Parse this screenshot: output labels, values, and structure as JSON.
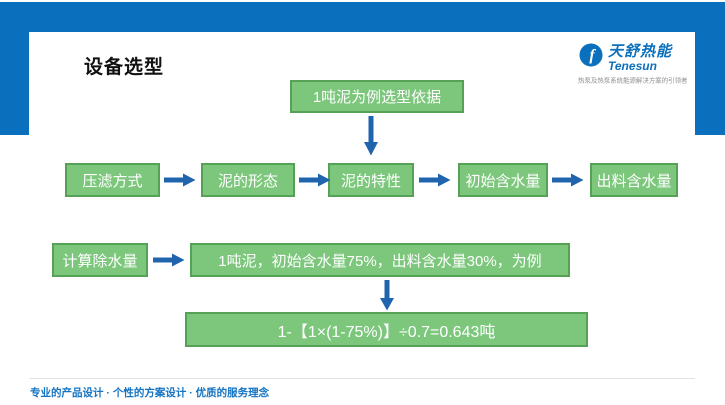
{
  "slide": {
    "title": "设备选型",
    "logo": {
      "name": "天舒热能",
      "latin": "Tenesun",
      "tagline": "热泵及热泵系统能源解决方案的引领者"
    },
    "flow": {
      "top_box": "1吨泥为例选型依据",
      "row1": [
        "压滤方式",
        "泥的形态",
        "泥的特性",
        "初始含水量",
        "出料含水量"
      ],
      "calc_label": "计算除水量",
      "calc_example": "1吨泥，初始含水量75%，出料含水量30%，为例",
      "formula": "1-【1×(1-75%)】÷0.7=0.643吨"
    },
    "footer": "专业的产品设计 · 个性的方案设计 · 优质的服务理念",
    "colors": {
      "brand_blue": "#0a70bd",
      "box_green": "#7cc77c",
      "box_green_border": "#55a155",
      "arrow_blue": "#2064ad"
    }
  }
}
